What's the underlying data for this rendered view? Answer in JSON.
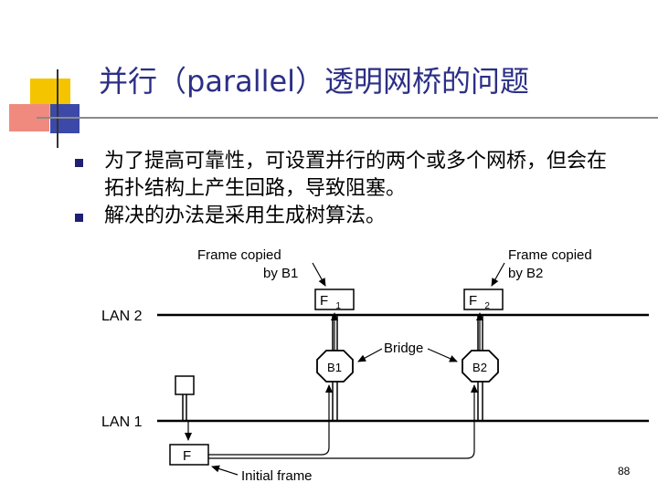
{
  "slide": {
    "title": "并行（parallel）透明网桥的问题",
    "bullets": [
      "为了提高可靠性，可设置并行的两个或多个网桥，但会在拓扑结构上产生回路，导致阻塞。",
      "解决的办法是采用生成树算法。"
    ],
    "page_number": "88"
  },
  "diagram": {
    "lan2_label": "LAN 2",
    "lan1_label": "LAN 1",
    "b1_label": "B1",
    "b2_label": "B2",
    "bridge_label": "Bridge",
    "f1_main": "F",
    "f1_sub": "1",
    "f2_main": "F",
    "f2_sub": "2",
    "f_label": "F",
    "copied_b1_line1": "Frame copied",
    "copied_b1_line2": "by B1",
    "copied_b2_line1": "Frame copied",
    "copied_b2_line2": "by B2",
    "initial_frame": "Initial frame"
  },
  "colors": {
    "title": "#2b2f86",
    "deco_yellow": "#f5c400",
    "deco_red": "#e8332a",
    "deco_blue": "#2e3a9e",
    "bullet_marker": "#1f1f73"
  }
}
